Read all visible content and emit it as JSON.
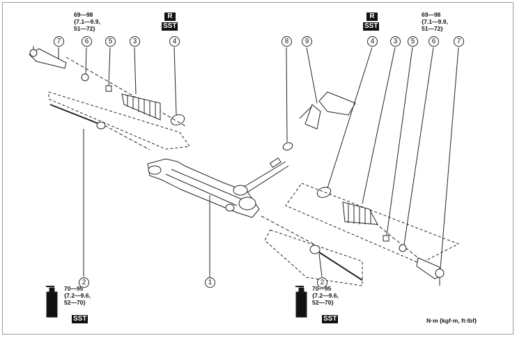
{
  "torque": {
    "tie_rod_end_nut": "69—98\n{7.1—9.9,\n51—72}",
    "tie_rod": "70—95\n{7.2—9.6,\n52—70}"
  },
  "badges": {
    "r": "R",
    "sst": "SST"
  },
  "callouts": [
    "1",
    "2",
    "3",
    "4",
    "5",
    "6",
    "7",
    "8",
    "9"
  ],
  "units_note": "N·m {kgf·m, ft·lbf}",
  "colors": {
    "line": "#222222",
    "badge_bg": "#111111",
    "frame": "#9a9a9a"
  }
}
